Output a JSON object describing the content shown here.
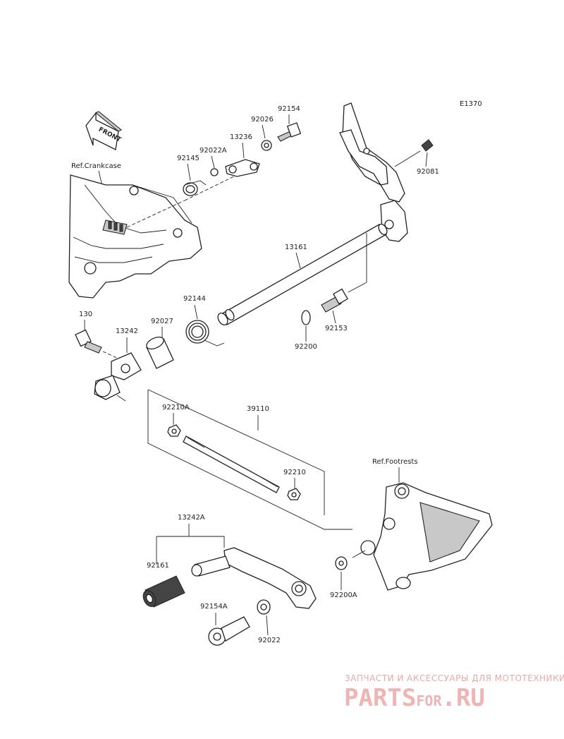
{
  "diagram_code": "E1370",
  "front_label": "FRONT",
  "refs": {
    "crankcase": "Ref.Crankcase",
    "footrests": "Ref.Footrests"
  },
  "parts": {
    "p92154": "92154",
    "p92026": "92026",
    "p13236": "13236",
    "p92022A": "92022A",
    "p92145": "92145",
    "p92081": "92081",
    "p13161": "13161",
    "p92144": "92144",
    "p92027": "92027",
    "p130": "130",
    "p13242": "13242",
    "p92153": "92153",
    "p92200": "92200",
    "p92210A": "92210A",
    "p39110": "39110",
    "p92210": "92210",
    "p13242A": "13242A",
    "p92161": "92161",
    "p92200A": "92200A",
    "p92154A": "92154A",
    "p92022": "92022"
  },
  "watermark": {
    "tagline": "ЗАПЧАСТИ И АКСЕССУАРЫ ДЛЯ МОТОТЕХНИКИ",
    "brand_main": "PARTS",
    "brand_sep": "FOR",
    "brand_tld": ".RU"
  }
}
